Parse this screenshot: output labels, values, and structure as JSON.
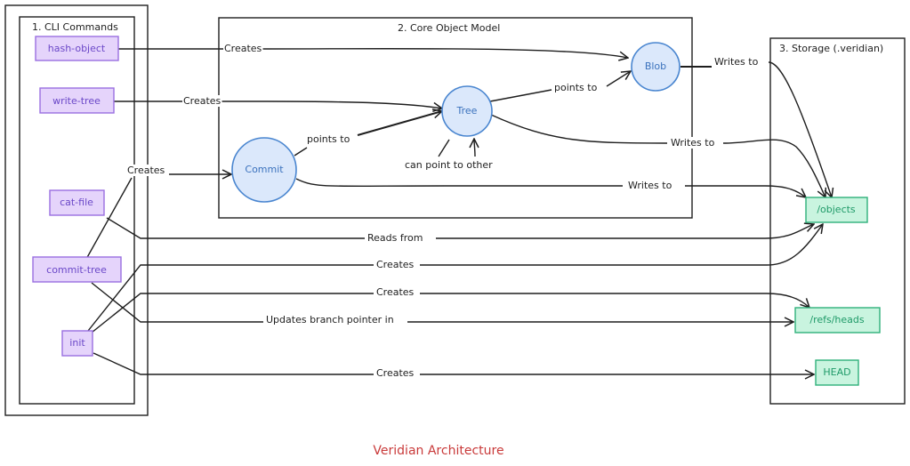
{
  "title": "Veridian Architecture",
  "colors": {
    "cli_fill": "#e5d4fb",
    "cli_stroke": "#9a6fe0",
    "cli_text": "#6b48c8",
    "object_fill": "#dbe8fb",
    "object_stroke": "#4a86d0",
    "object_text": "#3b72bd",
    "storage_fill": "#c9f4df",
    "storage_stroke": "#2fb07a",
    "storage_text": "#1f9a68",
    "title_color": "#c93a3a"
  },
  "groups": {
    "cli": {
      "title": "1. CLI Commands"
    },
    "core": {
      "title": "2. Core Object Model"
    },
    "storage": {
      "title": "3. Storage (.veridian)"
    }
  },
  "nodes": {
    "hash_object": "hash-object",
    "write_tree": "write-tree",
    "cat_file": "cat-file",
    "commit_tree": "commit-tree",
    "init": "init",
    "blob": "Blob",
    "tree": "Tree",
    "commit": "Commit",
    "objects": "/objects",
    "refs_heads": "/refs/heads",
    "head": "HEAD"
  },
  "edges": [
    {
      "id": "hash-object-creates-blob",
      "from": "hash-object",
      "to": "Blob",
      "label": "Creates"
    },
    {
      "id": "write-tree-creates-tree",
      "from": "write-tree",
      "to": "Tree",
      "label": "Creates"
    },
    {
      "id": "commit-tree-creates-commit",
      "from": "commit-tree",
      "to": "Commit",
      "label": "Creates"
    },
    {
      "id": "commit-points-to-tree",
      "from": "Commit",
      "to": "Tree",
      "label": "points to"
    },
    {
      "id": "tree-points-to-blob",
      "from": "Tree",
      "to": "Blob",
      "label": "points to"
    },
    {
      "id": "tree-self-loop",
      "from": "Tree",
      "to": "Tree",
      "label": "can point to other"
    },
    {
      "id": "blob-writes-to-objects",
      "from": "Blob",
      "to": "/objects",
      "label": "Writes to"
    },
    {
      "id": "tree-writes-to-objects",
      "from": "Tree",
      "to": "/objects",
      "label": "Writes to"
    },
    {
      "id": "commit-writes-to-objects",
      "from": "Commit",
      "to": "/objects",
      "label": "Writes to"
    },
    {
      "id": "cat-file-reads-objects",
      "from": "cat-file",
      "to": "/objects",
      "label": "Reads from"
    },
    {
      "id": "init-creates-objects",
      "from": "init",
      "to": "/objects",
      "label": "Creates"
    },
    {
      "id": "init-creates-refs",
      "from": "init",
      "to": "/refs/heads",
      "label": "Creates"
    },
    {
      "id": "commit-tree-updates-refs",
      "from": "commit-tree",
      "to": "/refs/heads",
      "label": "Updates branch pointer in"
    },
    {
      "id": "init-creates-head",
      "from": "init",
      "to": "HEAD",
      "label": "Creates"
    }
  ]
}
